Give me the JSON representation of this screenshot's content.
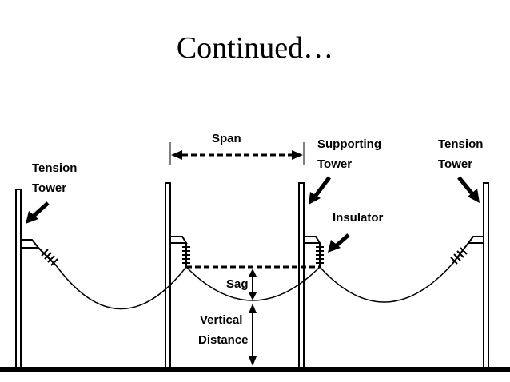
{
  "slide": {
    "title": "Continued…"
  },
  "diagram": {
    "labels": {
      "span": "Span",
      "tension_tower_left_line1": "Tension",
      "tension_tower_left_line2": "Tower",
      "supporting_tower_line1": "Supporting",
      "supporting_tower_line2": "Tower",
      "tension_tower_right_line1": "Tension",
      "tension_tower_right_line2": "Tower",
      "insulator": "Insulator",
      "sag": "Sag",
      "vertical_distance_line1": "Vertical",
      "vertical_distance_line2": "Distance"
    }
  }
}
